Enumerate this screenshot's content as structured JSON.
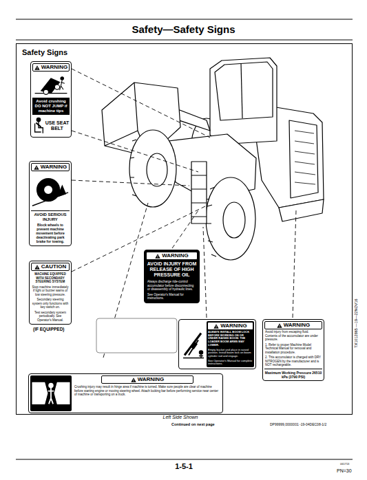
{
  "diagram": {
    "title": "Safety—Safety Signs",
    "nodes": [
      {
        "text": [
          "Safety Signs"
        ]
      },
      {
        "text": [
          "WARNING",
          "Avoid crushing DO NOT JUMP if machine tips",
          "USE SEAT BELT"
        ],
        "in": 0
      },
      {
        "text": [
          "WARNING",
          "AVOID SERIOUS INJURY",
          "Block wheels to prevent machine movement before deactivating park brake for towing."
        ],
        "in": 0
      },
      {
        "text": [
          "CAUTION",
          "MACHINE EQUIPPED WITH SECONDARY STEERING SYSTEM",
          "Stop machine immediately if light or buzzer warns of low steering pressure.",
          "Secondary steering system only functions with key switch on.",
          "Test secondary system periodically. See Operator's Manual."
        ],
        "in": 0
      },
      {
        "text": [
          "WARNING",
          "AVOID INJURY FROM RELEASE OF HIGH PRESSURE OIL",
          "Always discharge ride-control accumulator before disconnecting or disassembly of hydraulic lines.",
          "See Operator's Manual for instructions."
        ],
        "in": 0
      },
      {
        "text": [
          "WARNING",
          "ALWAYS INSTALL BOOM LOCK BEFORE WORKING ON OR UNDER RAISED BOOM. THE LOADER BOOM ARMS MAY LOWER.",
          "Empty bucket and place in raised position. Install boom lock on boom cylinder rod and engage.",
          "See Operator's Manual for complete instructions."
        ],
        "in": 0
      },
      {
        "text": [
          "WARNING",
          "Avoid injury from escaping fluid. Contents of the accumulator are under pressure.",
          "1. Refer to proper Machine Model Technical Manual for removal and installation procedure.",
          "2. This accumulator is charged with DRY NITROGEN by the manufacturer and is NOT rechargeable.",
          "Maximum Working Pressure 26510 kPa (3790 PSI)"
        ],
        "in": 0
      },
      {
        "text": [
          "WARNING",
          "Crushing injury may result in hinge area if machine is turned. Make sure people are clear of machine before starting engine or moving steering wheel. Attach locking bar before performing service near center of machine or transporting on a truck."
        ],
        "in": 0
      }
    ],
    "labels": [
      "(IF EQUIPPED)",
      "Left Side Shown",
      "Continued on next page",
      "DP99999,0000001 -19-04DEC08-1/2",
      "TX1012865 —19—22NOV16",
      "1-5-1",
      "061713",
      "PN=30"
    ]
  }
}
